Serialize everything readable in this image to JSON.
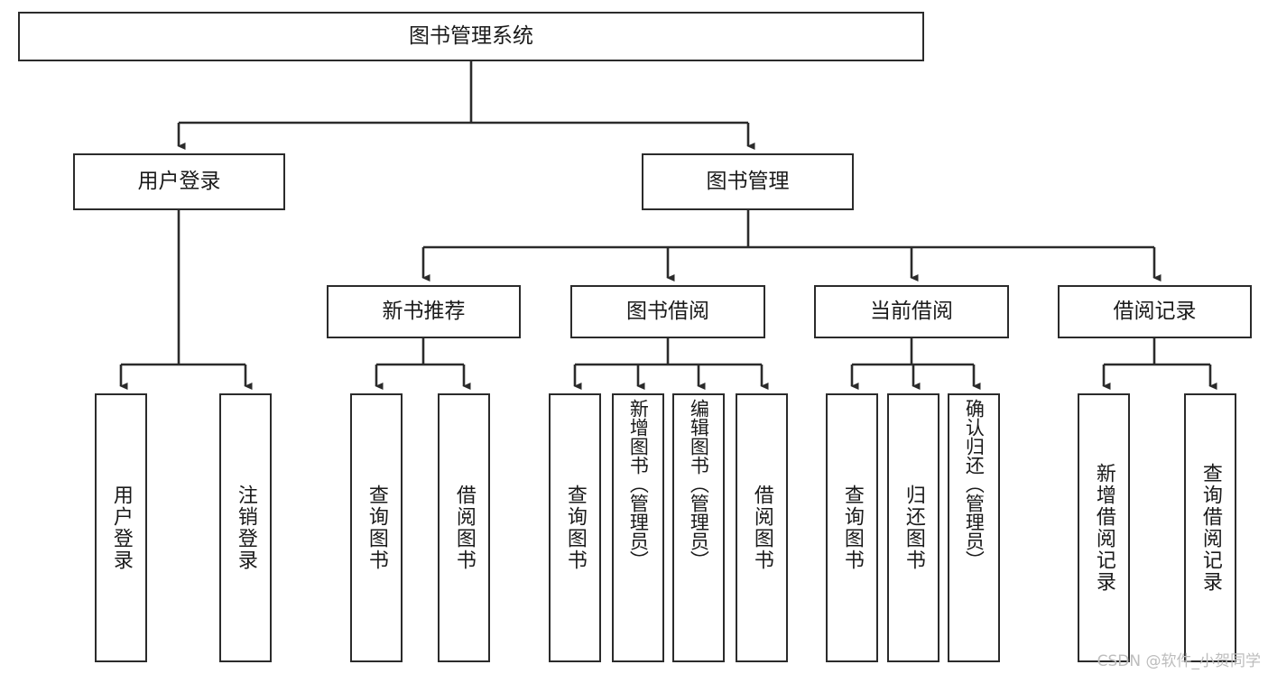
{
  "diagram": {
    "title": "图书管理系统",
    "type": "hierarchy-tree",
    "root": {
      "id": "root",
      "label": "图书管理系统",
      "orientation": "horizontal"
    },
    "level2": [
      {
        "id": "user-login",
        "label": "用户登录",
        "orientation": "horizontal"
      },
      {
        "id": "book-manage",
        "label": "图书管理",
        "orientation": "horizontal"
      }
    ],
    "level3": [
      {
        "id": "new-book-recommend",
        "label": "新书推荐",
        "orientation": "horizontal",
        "parent": "book-manage"
      },
      {
        "id": "book-borrow",
        "label": "图书借阅",
        "orientation": "horizontal",
        "parent": "book-manage"
      },
      {
        "id": "current-borrow",
        "label": "当前借阅",
        "orientation": "horizontal",
        "parent": "book-manage"
      },
      {
        "id": "borrow-record",
        "label": "借阅记录",
        "orientation": "horizontal",
        "parent": "book-manage"
      }
    ],
    "leaves": [
      {
        "id": "leaf-user-login",
        "label": "用户登录",
        "orientation": "vertical",
        "parent": "user-login"
      },
      {
        "id": "leaf-user-logout",
        "label": "注销登录",
        "orientation": "vertical",
        "parent": "user-login"
      },
      {
        "id": "leaf-query-book-1",
        "label": "查询图书",
        "orientation": "vertical",
        "parent": "new-book-recommend"
      },
      {
        "id": "leaf-borrow-book-1",
        "label": "借阅图书",
        "orientation": "vertical",
        "parent": "new-book-recommend"
      },
      {
        "id": "leaf-query-book-2",
        "label": "查询图书",
        "orientation": "vertical",
        "parent": "book-borrow"
      },
      {
        "id": "leaf-add-book",
        "label": "新增图书（管理员）",
        "orientation": "vertical",
        "parent": "book-borrow"
      },
      {
        "id": "leaf-edit-book",
        "label": "编辑图书（管理员）",
        "orientation": "vertical",
        "parent": "book-borrow"
      },
      {
        "id": "leaf-borrow-book-2",
        "label": "借阅图书",
        "orientation": "vertical",
        "parent": "book-borrow"
      },
      {
        "id": "leaf-query-book-3",
        "label": "查询图书",
        "orientation": "vertical",
        "parent": "current-borrow"
      },
      {
        "id": "leaf-return-book",
        "label": "归还图书",
        "orientation": "vertical",
        "parent": "current-borrow"
      },
      {
        "id": "leaf-confirm-return",
        "label": "确认归还（管理员）",
        "orientation": "vertical",
        "parent": "current-borrow"
      },
      {
        "id": "leaf-add-record",
        "label": "新增借阅记录",
        "orientation": "vertical",
        "parent": "borrow-record"
      },
      {
        "id": "leaf-query-record",
        "label": "查询借阅记录",
        "orientation": "vertical",
        "parent": "borrow-record"
      }
    ],
    "colors": {
      "border": "#2b2b2b",
      "edge": "#2b2b2b",
      "background": "#ffffff",
      "text": "#1a1a1a",
      "watermark": "#bdbdbd"
    }
  },
  "watermark": {
    "text": "CSDN @软件_小贺同学"
  }
}
